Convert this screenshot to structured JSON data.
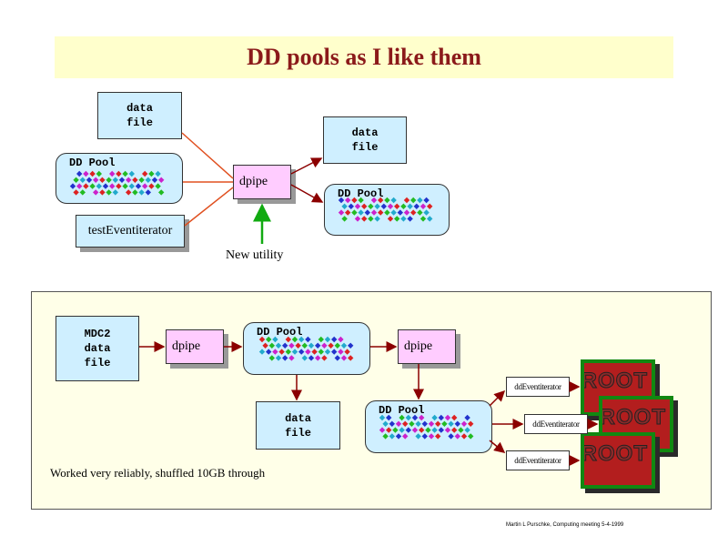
{
  "title": "DD pools as I like them",
  "top": {
    "data_file_in": [
      "data",
      "file"
    ],
    "dd_pool_in": "DD Pool",
    "test_event_iterator": "testEventiterator",
    "dpipe": "dpipe",
    "new_utility": "New utility",
    "data_file_out": [
      "data",
      "file"
    ],
    "dd_pool_out": "DD Pool"
  },
  "bottom": {
    "mdc2": [
      "MDC2",
      "data",
      "file"
    ],
    "dpipe1": "dpipe",
    "dd_pool_mid": "DD Pool",
    "dpipe2": "dpipe",
    "data_file": [
      "data",
      "file"
    ],
    "dd_pool_right": "DD Pool",
    "iterators": [
      "ddEventiterator",
      "ddEventiterator",
      "ddEventiterator"
    ],
    "root_label": "ROOT",
    "note": "Worked very reliably, shuffled 10GB through"
  },
  "footer": "Martin L Purschke, Computing meeting 5-4-1999",
  "colors": {
    "title": "#8b1a1a",
    "box_fill": "#cfefff",
    "pipe_fill": "#ffccff",
    "arrow_dark_red": "#8b0000",
    "arrow_orange": "#e05020",
    "arrow_green": "#11aa11",
    "diamonds": [
      "#22bb22",
      "#2233cc",
      "#dd2222",
      "#22aacc",
      "#cc22cc"
    ]
  }
}
